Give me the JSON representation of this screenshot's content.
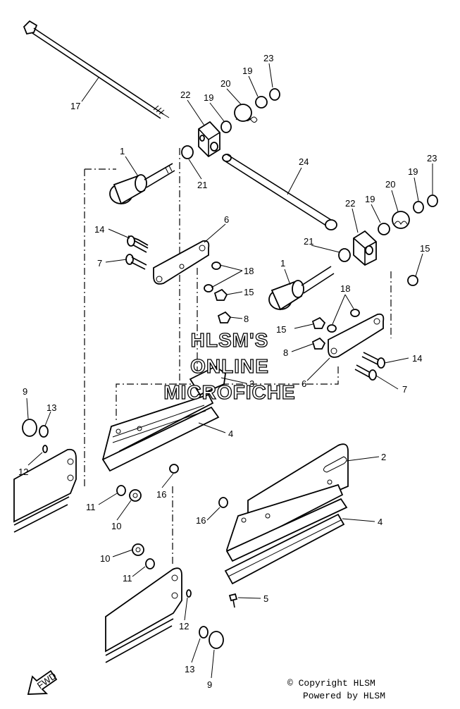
{
  "watermark": {
    "line1": "HLSM'S",
    "line2": "ONLINE",
    "line3": "MICROFICHE"
  },
  "footer": {
    "copyright": "© Copyright HLSM",
    "powered": "Powered by HLSM"
  },
  "fwd_label": "FWD",
  "callouts": [
    {
      "text": "23"
    },
    {
      "text": "19"
    },
    {
      "text": "20"
    },
    {
      "text": "22"
    },
    {
      "text": "19"
    },
    {
      "text": "17"
    },
    {
      "text": "1"
    },
    {
      "text": "21"
    },
    {
      "text": "24"
    },
    {
      "text": "23"
    },
    {
      "text": "19"
    },
    {
      "text": "20"
    },
    {
      "text": "19"
    },
    {
      "text": "22"
    },
    {
      "text": "6"
    },
    {
      "text": "14"
    },
    {
      "text": "7"
    },
    {
      "text": "18"
    },
    {
      "text": "15"
    },
    {
      "text": "8"
    },
    {
      "text": "21"
    },
    {
      "text": "15"
    },
    {
      "text": "1"
    },
    {
      "text": "18"
    },
    {
      "text": "15"
    },
    {
      "text": "8"
    },
    {
      "text": "14"
    },
    {
      "text": "6"
    },
    {
      "text": "7"
    },
    {
      "text": "3"
    },
    {
      "text": "9"
    },
    {
      "text": "13"
    },
    {
      "text": "4"
    },
    {
      "text": "12"
    },
    {
      "text": "2"
    },
    {
      "text": "11"
    },
    {
      "text": "16"
    },
    {
      "text": "10"
    },
    {
      "text": "16"
    },
    {
      "text": "4"
    },
    {
      "text": "10"
    },
    {
      "text": "11"
    },
    {
      "text": "5"
    },
    {
      "text": "12"
    },
    {
      "text": "13"
    },
    {
      "text": "9"
    }
  ]
}
